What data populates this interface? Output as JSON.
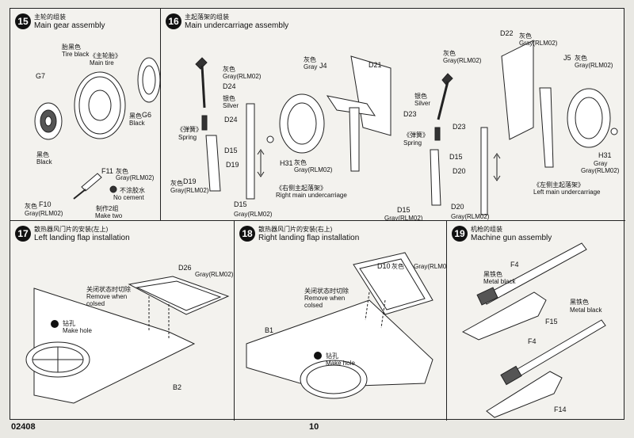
{
  "steps": {
    "s15": {
      "num": "15",
      "cn": "主轮的组装",
      "en": "Main gear assembly",
      "tire_cn": "胎黑色",
      "tire_en": "Tire black",
      "mt_cn": "《主轮胎》",
      "mt_en": "Main tire",
      "g7": "G7",
      "g6": "G6",
      "g6_cn": "黑色",
      "g6_en": "Black",
      "blk_cn": "黑色",
      "blk_en": "Black",
      "f11": "F11",
      "f11_cn": "灰色",
      "f11_en": "Gray(RLM02)",
      "f10": "F10",
      "f10_cn": "灰色",
      "f10_en": "Gray(RLM02)",
      "nc_cn": "不涂胶水",
      "nc_en": "No cement",
      "mk_cn": "制作2组",
      "mk_en": "Make two"
    },
    "s16": {
      "num": "16",
      "cn": "主起落架的组装",
      "en": "Main undercarriage assembly",
      "gray_cn": "灰色",
      "gray_en": "Gray(RLM02)",
      "d24": "D24",
      "silver_cn": "银色",
      "silver_en": "Silver",
      "spring_cn": "《弹簧》",
      "spring_en": "Spring",
      "d15": "D15",
      "d19": "D19",
      "j4": "J4",
      "d21": "D21",
      "h31": "H31",
      "right_cn": "《右侧主起落架》",
      "right_en": "Right main undercarriage",
      "d22": "D22",
      "j5": "J5",
      "d23": "D23",
      "d20": "D20",
      "left_cn": "《左侧主起落架》",
      "left_en": "Left main undercarriage",
      "gray_short": "Gray"
    },
    "s17": {
      "num": "17",
      "cn": "散热器风门片的安装(左上)",
      "en": "Left landing flap installation",
      "d26": "D26",
      "rm_cn": "关闭状态时切除",
      "rm_en1": "Remove when",
      "rm_en2": "colsed",
      "mh_cn": "钻孔",
      "mh_en": "Make hole",
      "b2": "B2"
    },
    "s18": {
      "num": "18",
      "cn": "散热器风门片的安装(右上)",
      "en": "Right landing flap installation",
      "d10": "D10",
      "rm_cn": "关闭状态时切除",
      "rm_en1": "Remove when",
      "rm_en2": "colsed",
      "mh_cn": "钻孔",
      "mh_en": "Make hole",
      "b1": "B1"
    },
    "s19": {
      "num": "19",
      "cn": "机枪的组装",
      "en": "Machine gun assembly",
      "f4": "F4",
      "mb_cn": "黑铁色",
      "mb_en": "Metal black",
      "f15": "F15",
      "f14": "F14"
    }
  },
  "footer": {
    "code": "02408",
    "page": "10"
  }
}
